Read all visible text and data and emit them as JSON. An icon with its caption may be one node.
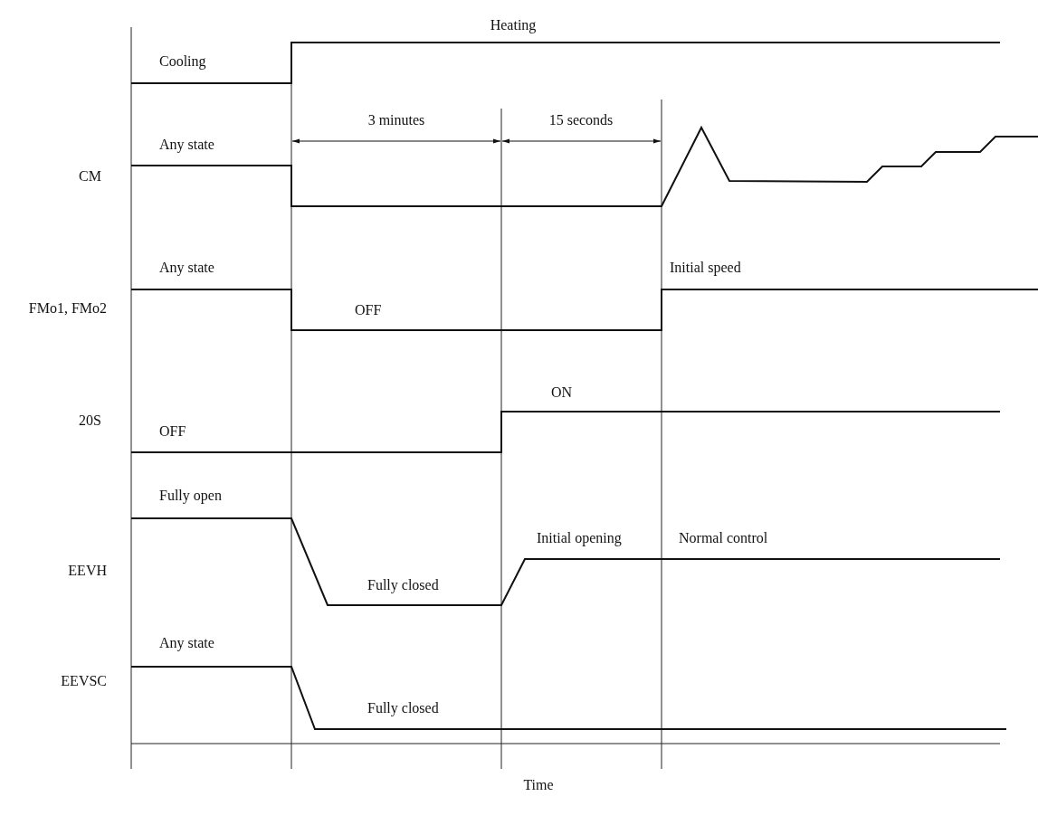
{
  "diagram": {
    "labels": [
      "Heating",
      "Cooling",
      "3 minutes",
      "15 seconds",
      "Any state",
      "CM",
      "Any state",
      "Initial speed",
      "FMo1, FMo2",
      "OFF",
      "ON",
      "20S",
      "OFF",
      "Fully open",
      "Initial opening",
      "Normal control",
      "EEVH",
      "Fully closed",
      "Any state",
      "EEVSC",
      "Fully closed",
      "Time"
    ]
  }
}
